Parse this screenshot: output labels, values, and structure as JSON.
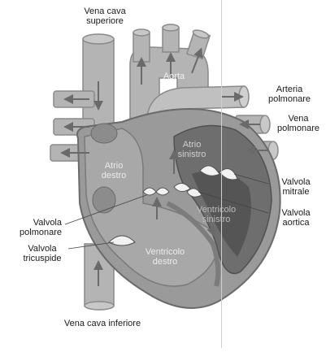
{
  "labels": {
    "vena_cava_superiore": "Vena cava\nsuperiore",
    "aorta": "Aorta",
    "arteria_polmonare": "Arteria\npolmonare",
    "vena_polmonare": "Vena\npolmonare",
    "atrio_sinistro": "Atrio\nsinistro",
    "atrio_destro": "Atrio\ndestro",
    "valvola_mitrale": "Valvola\nmitrale",
    "valvola_aortica": "Valvola\naortica",
    "ventricolo_sinistro": "Ventricolo\nsinistro",
    "valvola_polmonare": "Valvola\npolmonare",
    "valvola_tricuspide": "Valvola\ntricuspide",
    "ventricolo_destro": "Ventricolo\ndestro",
    "vena_cava_inferiore": "Vena cava inferiore"
  },
  "colors": {
    "vessel": "#b4b4b4",
    "vessel_dark": "#8a8a8a",
    "heart_outer": "#9a9a9a",
    "right_side": "#a8a8a8",
    "left_side": "#6e6e6e",
    "left_inner": "#555555",
    "arrow": "#6a6a6a",
    "valve": "#f2f2f2",
    "text": "#1a1a1a"
  }
}
